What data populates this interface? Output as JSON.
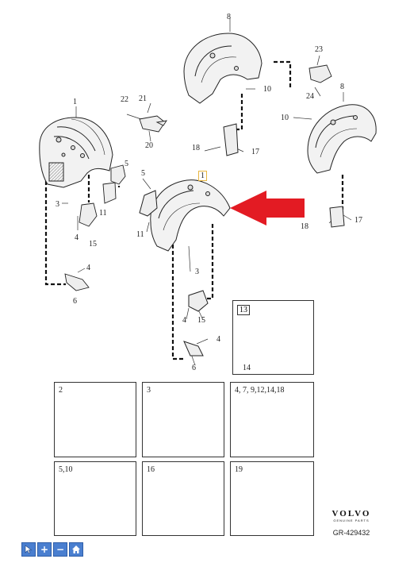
{
  "callouts": {
    "c1_left": "1",
    "c1_center": "1",
    "c3_left": "3",
    "c3_center": "3",
    "c4_a": "4",
    "c4_b": "4",
    "c4_c": "4",
    "c4_d": "4",
    "c5_left": "5",
    "c5_center": "5",
    "c6_left": "6",
    "c6_center": "6",
    "c8_top": "8",
    "c8_right": "8",
    "c10_top": "10",
    "c10_right": "10",
    "c11_left": "11",
    "c11_center": "11",
    "c15_left": "15",
    "c15_center": "15",
    "c17_top": "17",
    "c17_right": "17",
    "c18_top": "18",
    "c18_right": "18",
    "c20": "20",
    "c21": "21",
    "c22": "22",
    "c23": "23",
    "c24": "24",
    "c14": "14"
  },
  "boxes": {
    "b13": "13",
    "b2": "2",
    "b3": "3",
    "b4": "4, 7, 9,12,14,18",
    "b5": "5,10",
    "b16": "16",
    "b19": "19"
  },
  "brand": {
    "name": "VOLVO",
    "sub": "GENUINE PARTS",
    "code": "GR-429432"
  },
  "toolbar": {
    "plus": "+",
    "minus": "−"
  },
  "colors": {
    "arrow": "#e31b23",
    "toolbar": "#4a7fd0",
    "outline": "#333333"
  }
}
